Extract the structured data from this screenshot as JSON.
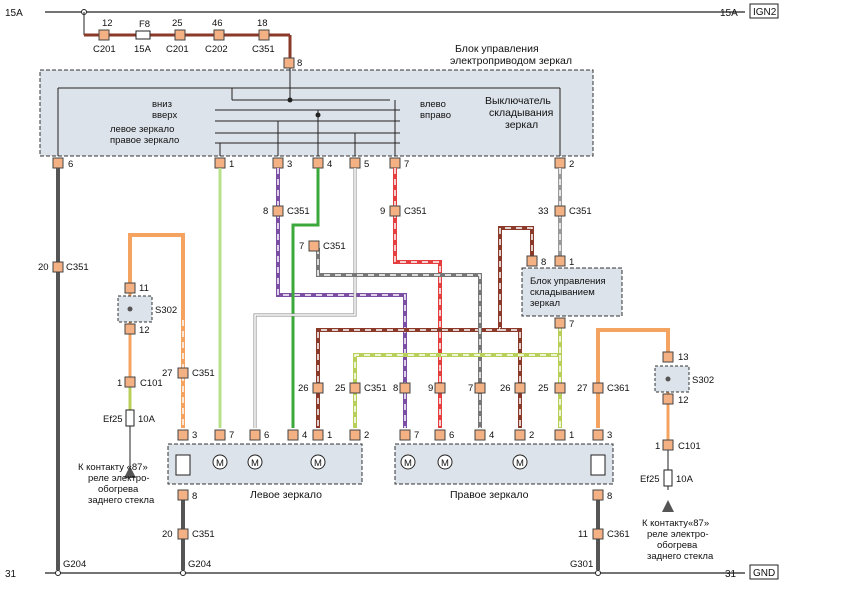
{
  "rails": {
    "top_left": "15A",
    "top_right": "15A",
    "ign": "IGN2",
    "bottom_left": "31",
    "bottom_right": "31",
    "gnd": "GND"
  },
  "fuse_chain": {
    "pins": [
      "12",
      "25",
      "46",
      "18",
      "8"
    ],
    "connectors": [
      "C201",
      "15A",
      "C201",
      "C202",
      "C351"
    ],
    "fuse_name": "F8"
  },
  "control_unit": {
    "title_line1": "Блок управления",
    "title_line2": "электроприводом зеркал",
    "down": "вниз",
    "up": "вверх",
    "left_mirror": "левое зеркало",
    "right_mirror": "правое зеркало",
    "left": "влево",
    "right": "вправо",
    "fold_line1": "Выключатель",
    "fold_line2": "складывания",
    "fold_line3": "зеркал",
    "pins": [
      "6",
      "1",
      "3",
      "4",
      "5",
      "7",
      "2"
    ]
  },
  "connectors": {
    "c351_20": "20",
    "c351_8": "8",
    "c351_7": "7",
    "c351_9": "9",
    "c351_33": "33",
    "c351_27": "27",
    "c351_26": "26",
    "c351_25": "25",
    "c351_20b": "20",
    "c361_27": "27",
    "c361_11": "11",
    "C351": "C351",
    "C361": "C361",
    "C101": "C101",
    "S302": "S302"
  },
  "fold_unit": {
    "line1": "Блок управления",
    "line2": "складыванием",
    "line3": "зеркал",
    "pin_top_a": "8",
    "pin_top_b": "1",
    "pin_bottom": "7"
  },
  "left_side": {
    "s302_top": "11",
    "s302_bottom": "12",
    "c101_pin": "1",
    "fuse": "Ef25",
    "fuse_rating": "10A",
    "note_line1": "К контакту «87»",
    "note_line2": "реле электро-",
    "note_line3": "обогрева",
    "note_line4": "заднего стекла"
  },
  "right_side": {
    "s302_top": "13",
    "s302_bottom": "12",
    "c101_pin": "1",
    "fuse": "Ef25",
    "fuse_rating": "10A",
    "note_line1": "К контакту«87»",
    "note_line2": "реле электро-",
    "note_line3": "обогрева",
    "note_line4": "заднего стекла"
  },
  "row_pins": {
    "left_top": [
      "26",
      "25",
      "8",
      "9",
      "7",
      "26",
      "25"
    ],
    "right_top": [
      "27"
    ]
  },
  "left_mirror": {
    "title": "Левое зеркало",
    "pins": [
      "3",
      "7",
      "6",
      "4",
      "1",
      "2"
    ],
    "bottom_pin": "8"
  },
  "right_mirror": {
    "title": "Правое зеркало",
    "pins": [
      "7",
      "6",
      "4",
      "2",
      "1",
      "3"
    ],
    "bottom_pin": "8"
  },
  "grounds": {
    "g204_left": "G204",
    "g204_mid": "G204",
    "g301": "G301"
  },
  "motor_symbol": "M"
}
